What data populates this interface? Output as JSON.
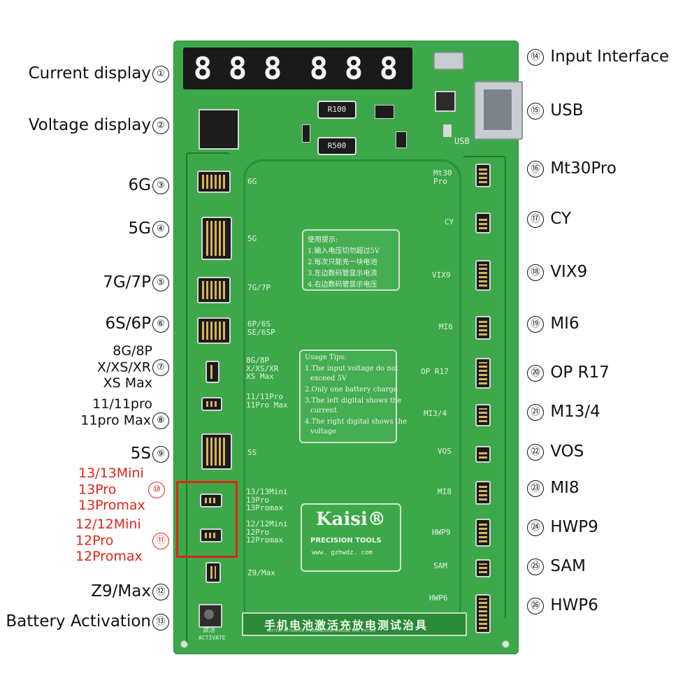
{
  "left_labels": [
    {
      "text": "Current display",
      "num": "①"
    },
    {
      "text": "Voltage display",
      "num": "②"
    },
    {
      "text": "6G",
      "num": "③"
    },
    {
      "text": "5G",
      "num": "④"
    },
    {
      "text": "7G/7P",
      "num": "⑤"
    },
    {
      "text": "6S/6P",
      "num": "⑥"
    },
    {
      "lines": [
        "8G/8P",
        "X/XS/XR",
        "XS Max"
      ],
      "num": "⑦"
    },
    {
      "lines": [
        "11/11pro",
        "11pro Max"
      ],
      "num": "⑧"
    },
    {
      "text": "5S",
      "num": "⑨"
    },
    {
      "lines": [
        "13/13Mini",
        "13Pro",
        "13Promax"
      ],
      "num": "⑩"
    },
    {
      "lines": [
        "12/12Mini",
        "12Pro",
        "12Promax"
      ],
      "num": "⑪"
    },
    {
      "text": "Z9/Max",
      "num": "⑫"
    },
    {
      "text": "Battery Activation",
      "num": "⑬"
    }
  ],
  "right_labels": [
    {
      "num": "⑭",
      "text": "Input Interface"
    },
    {
      "num": "⑮",
      "text": "USB"
    },
    {
      "num": "⑯",
      "text": "Mt30Pro"
    },
    {
      "num": "⑰",
      "text": "CY"
    },
    {
      "num": "⑱",
      "text": "VIX9"
    },
    {
      "num": "⑲",
      "text": "MI6"
    },
    {
      "num": "⑳",
      "text": "OP R17"
    },
    {
      "num": "㉑",
      "text": "M13/4"
    },
    {
      "num": "㉒",
      "text": "VOS"
    },
    {
      "num": "㉓",
      "text": "MI8"
    },
    {
      "num": "㉔",
      "text": "HWP9"
    },
    {
      "num": "㉕",
      "text": "SAM"
    },
    {
      "num": "㉖",
      "text": "HWP6"
    }
  ],
  "board": {
    "display_digits": [
      "8",
      "8",
      "8",
      "8",
      "8",
      "8"
    ],
    "resistors": [
      "R100",
      "R500"
    ],
    "usb_label": "USB",
    "silk_left": [
      "6G",
      "5G",
      "7G/7P",
      "6P/6S\nSE/6SP",
      "8G/8P\nX/XS/XR\nXS Max",
      "11/11Pro\n11Pro Max",
      "5S",
      "13/13Mini\n13Pro\n13Promax",
      "12/12Mini\n12Pro\n12Promax",
      "Z9/Max"
    ],
    "silk_right": [
      "Mt30\nPro",
      "CY",
      "VIX9",
      "MI6",
      "OP R17",
      "MI3/4",
      "VOS",
      "MI8",
      "HWP9",
      "SAM",
      "HWP6"
    ],
    "tips_cn": {
      "title": "使用提示:",
      "lines": [
        "1.输入电压切勿超过5V",
        "2.每次只能充一块电池",
        "3.左边数码管显示电流",
        "4.右边数码管显示电压"
      ]
    },
    "tips_en": {
      "title": "Usage Tips:",
      "lines": [
        "1.The input voltage do not",
        "exceed 5V",
        "2.Only one battery charge",
        "3.The left digital shows the",
        "current",
        "4.The right digital shows the",
        "voltage"
      ]
    },
    "brand": "Kaisi®",
    "brand_sub": "PRECISION TOOLS",
    "brand_url": "www. gzhwdz. com",
    "bottom_title": "手机电池激活充放电测试治具",
    "bottom_sub": "BATTERY ACTIVATION CHARGING DISCHARGING TEST FIXTURE",
    "activate_cn": "激活",
    "activate_en": "ACTIVATE"
  }
}
